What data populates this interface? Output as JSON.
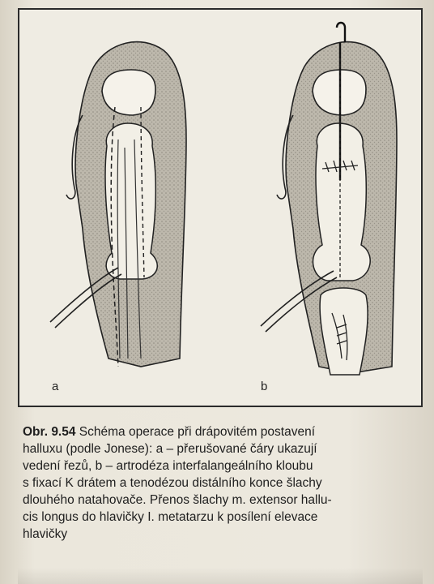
{
  "figure": {
    "panel_a_label": "a",
    "panel_b_label": "b"
  },
  "caption": {
    "figure_number": "Obr. 9.54",
    "lines": [
      "Schéma operace při drápovitém postavení",
      "halluxu (podle Jonese): a – přerušované čáry ukazují",
      "vedení řezů, b – artrodéza interfalangeálního kloubu",
      "s fixací K drátem a tenodézou distálního konce šlachy",
      "dlouhého natahovače. Přenos šlachy m. extensor hallu-",
      "cis longus do hlavičky I. metatarzu k posílení elevace",
      "hlavičky"
    ]
  }
}
